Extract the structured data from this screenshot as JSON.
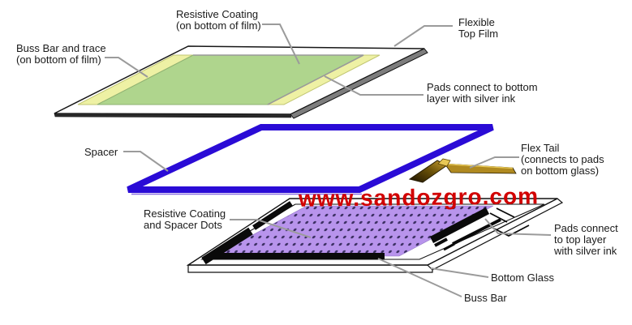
{
  "diagram_title": "Resistive touchscreen exploded layer diagram",
  "watermark": {
    "text": "www.sandozgro.com",
    "color": "#d10000"
  },
  "labels": {
    "resistive_coating_top": {
      "lines": [
        "Resistive Coating",
        "(on bottom of film)"
      ]
    },
    "buss_bar_trace": {
      "lines": [
        "Buss Bar and trace",
        "(on bottom of film)"
      ]
    },
    "flexible_top_film": {
      "lines": [
        "Flexible",
        "Top Film"
      ]
    },
    "pads_bottom_layer": {
      "lines": [
        "Pads connect to bottom",
        "layer with silver ink"
      ]
    },
    "spacer": {
      "lines": [
        "Spacer"
      ]
    },
    "flex_tail": {
      "lines": [
        "Flex Tail",
        "(connects to pads",
        "on bottom glass)"
      ]
    },
    "resistive_coating_dots": {
      "lines": [
        "Resistive Coating",
        "and Spacer Dots"
      ]
    },
    "pads_top_layer": {
      "lines": [
        "Pads connect",
        "to top layer",
        "with silver ink"
      ]
    },
    "bottom_glass": {
      "lines": [
        "Bottom Glass"
      ]
    },
    "buss_bar": {
      "lines": [
        "Buss Bar"
      ]
    }
  },
  "colors": {
    "film_fill": "#ffffff",
    "film_outline": "#161616",
    "film_edge_3d": "#7d7d7d",
    "resistive_coating_green": "#afd58d",
    "coating_shadow_gray": "#9a9a9a",
    "buss_bar_yellow": "#eef1a4",
    "buss_bar_yellow_edge": "#c2c673",
    "spacer_blue": "#2a0bd6",
    "spacer_shadow": "#8a6fe0",
    "glass_fill": "#ffffff",
    "glass_outline": "#111111",
    "coating_purple": "#b894ec",
    "spacer_dot": "#3c3063",
    "buss_bar_black": "#0a0a0a",
    "flex_tail_gold": "#b08a20",
    "flex_tail_gold_light": "#e8c855",
    "flex_tail_dark": "#241a00",
    "leader_line": "#9b9b9b",
    "label_text": "#1a1a1a"
  }
}
